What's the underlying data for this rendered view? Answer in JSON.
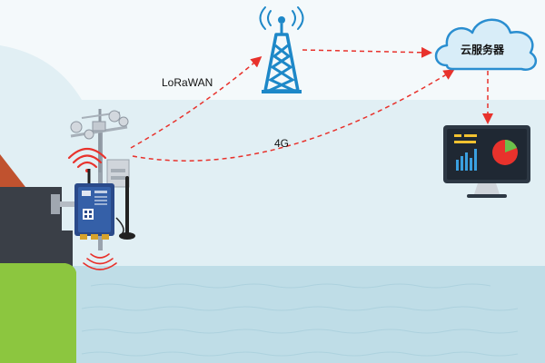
{
  "labels": {
    "lorawan": "LoRaWAN",
    "cellular": "4G",
    "cloud_server": "云服务器"
  },
  "icons": [
    "signal-tower-icon",
    "cloud-icon",
    "monitor-dashboard-icon",
    "weather-station-icon",
    "gateway-device-icon",
    "antenna-icon",
    "wireless-signal-icon"
  ],
  "colors": {
    "sky": "#e1eff4",
    "sea": "#bfdde7",
    "grass": "#8cc63f",
    "dashed_link": "#e8322c",
    "tower": "#1e88c8",
    "cloud_fill": "#d8edf8",
    "cloud_stroke": "#2a8ed0",
    "monitor": "#2d3844",
    "device": "#2a4a8a"
  }
}
